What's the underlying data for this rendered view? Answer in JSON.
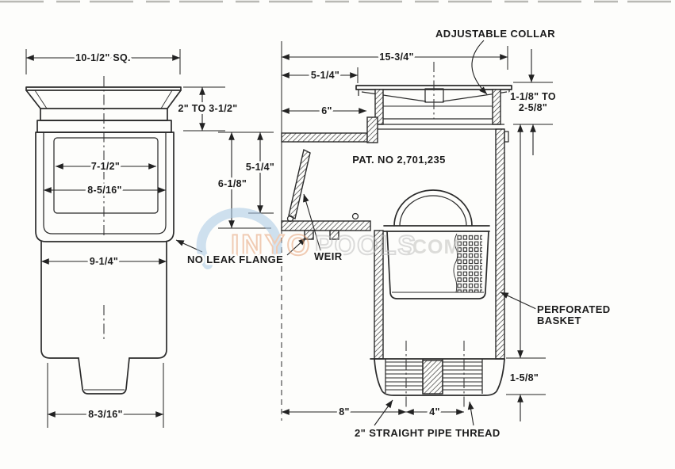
{
  "drawing": {
    "type": "pool skimmer dimensional diagram",
    "line_color": "#2b2b2b",
    "background": "#fdfdfb"
  },
  "left_view": {
    "dim_width_top": "10-1/2\" SQ.",
    "dim_lid_height": "2\" TO 3-1/2\"",
    "dim_opening": "7-1/2\"",
    "dim_frame": "8-5/16\"",
    "dim_body": "9-1/4\"",
    "dim_bottom": "8-3/16\""
  },
  "right_view": {
    "label_collar": "ADJUSTABLE COLLAR",
    "label_patent": "PAT. NO 2,701,235",
    "label_flange": "NO LEAK FLANGE",
    "label_weir": "WEIR",
    "label_basket_line1": "PERFORATED",
    "label_basket_line2": "BASKET",
    "label_thread": "2\" STRAIGHT PIPE THREAD",
    "dim_overall": "15-3/4\"",
    "dim_collar_offset": "5-1/4\"",
    "dim_throat": "6\"",
    "dim_adjust_line1": "1-1/8\" TO",
    "dim_adjust_line2": "2-5/8\"",
    "dim_mouth_inner": "5-1/4\"",
    "dim_mouth_outer": "6-1/8\"",
    "dim_thread_height": "1-5/8\"",
    "dim_pipe_left": "8\"",
    "dim_pipe_spacing": "4\""
  },
  "watermark": {
    "part1": "INYO",
    "part2": "POOLS",
    "part3": ".COM",
    "swirl_color": "#a9c9e5",
    "part1_color": "#e7a379",
    "part2_color": "#bfbfbf"
  }
}
